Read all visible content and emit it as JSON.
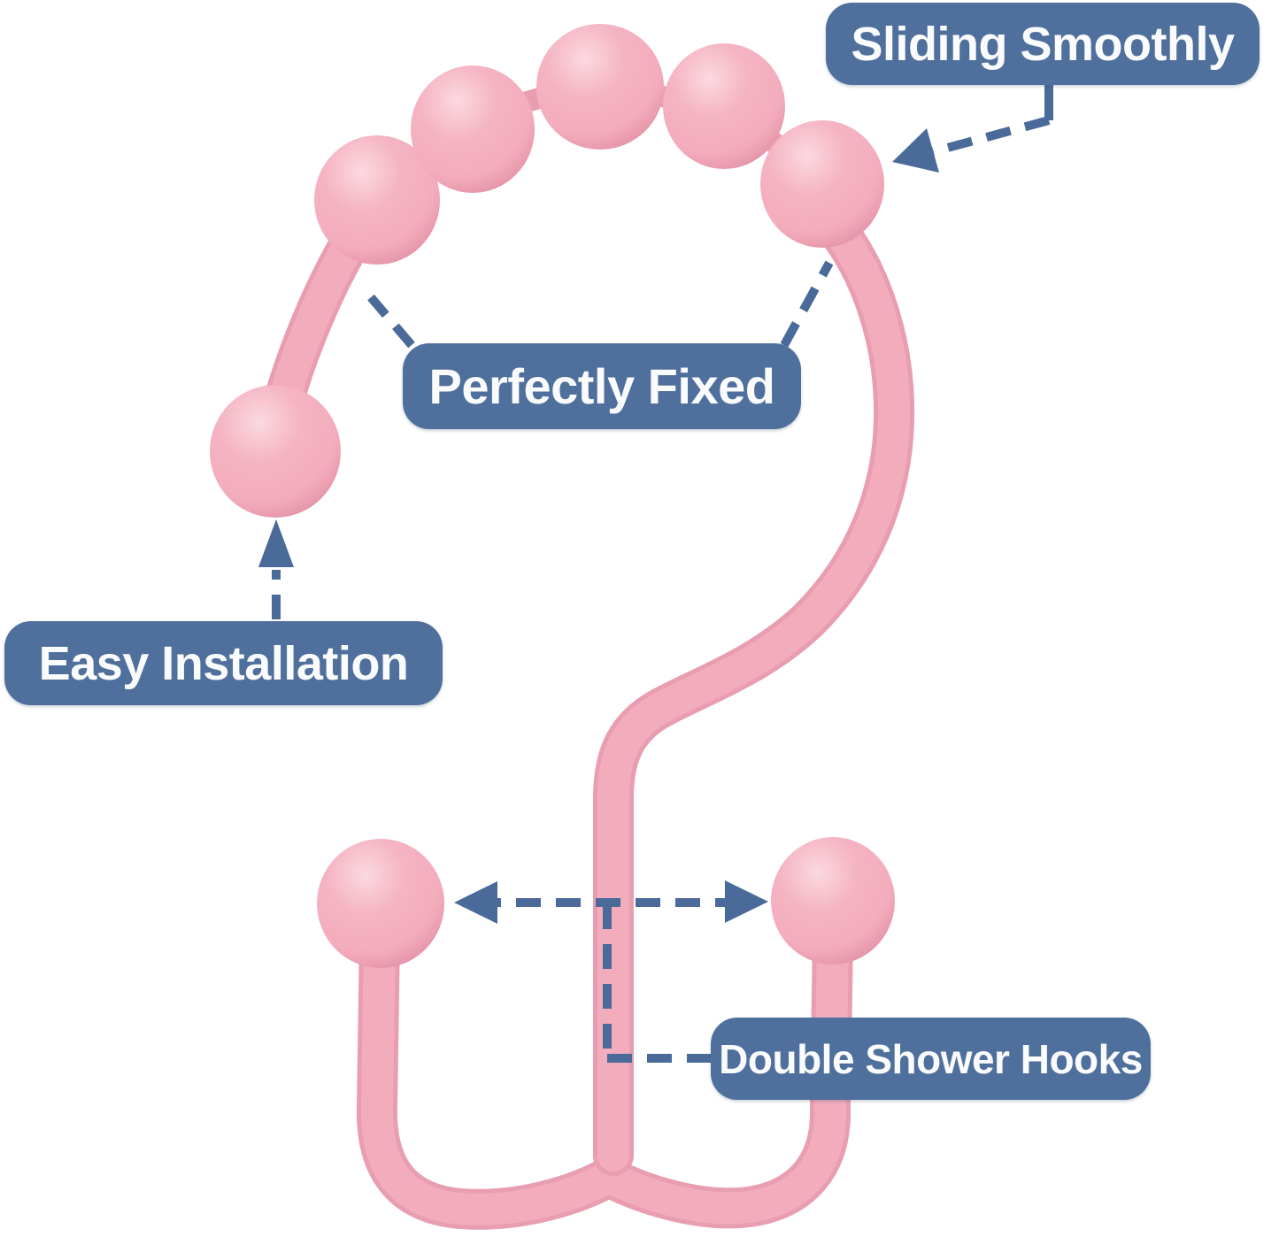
{
  "figure": {
    "type": "annotated-product-diagram",
    "subject": "pink double shower curtain hook with five roller glide beads"
  },
  "callouts": [
    {
      "id": "sliding-smoothly",
      "label": "Sliding Smoothly"
    },
    {
      "id": "perfectly-fixed",
      "label": "Perfectly Fixed"
    },
    {
      "id": "easy-installation",
      "label": "Easy Installation"
    },
    {
      "id": "double-shower-hooks",
      "label": "Double Shower Hooks"
    }
  ],
  "theme": {
    "page_bg": "#ffffff",
    "callout_bg": "#4F709C",
    "callout_text": "#FAFBFC",
    "arrow_color": "#4A6B99",
    "pink_base": "#F3ACBC",
    "pink_dark": "#E89EB0",
    "pink_highlight": "#FBD9E0",
    "pink_mid": "#F5B4C3",
    "pink_shadow": "#E18FA3"
  }
}
